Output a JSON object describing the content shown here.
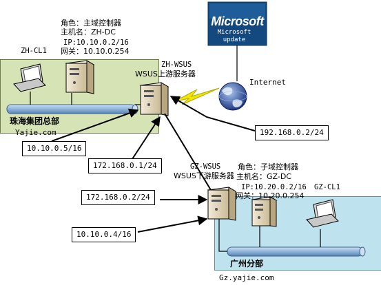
{
  "microsoft": {
    "brand": "Microsoft",
    "product": "Microsoft update"
  },
  "internet": {
    "label": "Internet"
  },
  "hq": {
    "zone_label": "珠海集团总部",
    "domain": "Yajie.com",
    "dc": {
      "role": "角色：主域控制器",
      "hostname": "主机名：ZH-DC",
      "ip": "IP:10.10.0.2/16",
      "gateway": "网关：10.10.0.254"
    },
    "client_label": "ZH-CL1",
    "wsus_name": "ZH-WSUS",
    "wsus_role": "WSUS上游服务器"
  },
  "gz": {
    "zone_label": "广州分部",
    "domain": "Gz.yajie.com",
    "dc": {
      "role": "角色：子域控制器",
      "hostname": "主机名：GZ-DC",
      "ip": "IP:10.20.0.2/16",
      "gateway": "网关：10.20.0.254"
    },
    "client_label": "GZ-CL1",
    "wsus_name": "GZ-WSUS",
    "wsus_role": "WSUS下游服务器"
  },
  "callouts": {
    "zh_internal_ip": "10.10.0.5/16",
    "zh_external_ip": "172.168.0.1/24",
    "internet_ip": "192.168.0.2/24",
    "gz_external_ip": "172.168.0.2/24",
    "gz_internal_ip": "10.10.0.4/16"
  },
  "colors": {
    "hq_zone": "#d5e3b5",
    "gz_zone": "#bfe3ee",
    "bus": "#8fb3d9",
    "ms_logo_bg": "#13497e",
    "lightning": "#f2e600"
  }
}
